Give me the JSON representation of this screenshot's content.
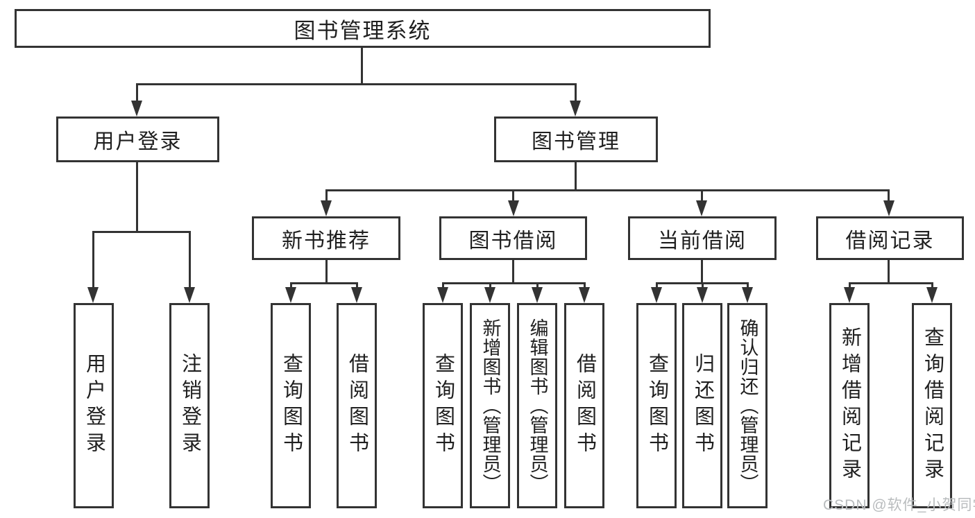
{
  "diagram": {
    "title": "图书管理系统",
    "nodes": {
      "root": "图书管理系统",
      "user_login": "用户登录",
      "book_management": "图书管理",
      "new_book_recommend": "新书推荐",
      "book_borrow": "图书借阅",
      "current_borrow": "当前借阅",
      "borrow_record": "借阅记录"
    },
    "leaves": {
      "user_login": [
        "用户登录",
        "注销登录"
      ],
      "new_book_recommend": [
        "查询图书",
        "借阅图书"
      ],
      "book_borrow": [
        "查询图书",
        "新增图书（管理员）",
        "编辑图书（管理员）",
        "借阅图书"
      ],
      "current_borrow": [
        "查询图书",
        "归还图书",
        "确认归还（管理员）"
      ],
      "borrow_record": [
        "新增借阅记录",
        "查询借阅记录"
      ]
    },
    "watermark": "CSDN @软件_小贺同学",
    "colors": {
      "line": "#333333",
      "text": "#1f1f1f",
      "watermark": "#b9bcbe",
      "background": "#ffffff"
    }
  }
}
